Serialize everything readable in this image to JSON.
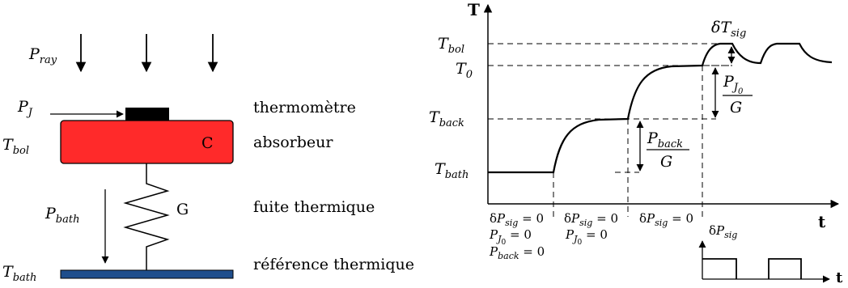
{
  "left_schematic": {
    "radiation": {
      "symbol": "P",
      "sub": "ray"
    },
    "joule": {
      "symbol": "P",
      "sub": "J"
    },
    "bolometer_temp": {
      "symbol": "T",
      "sub": "bol"
    },
    "capacity_label": "C",
    "bath_power": {
      "symbol": "P",
      "sub": "bath"
    },
    "conductance_label": "G",
    "bath_temp": {
      "symbol": "T",
      "sub": "bath"
    },
    "labels": {
      "thermometer": "thermomètre",
      "absorber": "absorbeur",
      "leak": "fuite thermique",
      "reference": "référence thermique"
    },
    "colors": {
      "absorber": "#ff2a2a",
      "thermometer": "#000000",
      "reference": "#1f4e8c"
    }
  },
  "right_plot": {
    "y_axis_label": "T",
    "x_axis_label": "t",
    "levels": {
      "T_bol": {
        "symbol": "T",
        "sub": "bol"
      },
      "T_0": {
        "symbol": "T",
        "sub": "0"
      },
      "T_back": {
        "symbol": "T",
        "sub": "back"
      },
      "T_bath": {
        "symbol": "T",
        "sub": "bath"
      }
    },
    "delta_T_sig": {
      "prefix": "δ",
      "symbol": "T",
      "sub": "sig"
    },
    "fraction_back": {
      "num_symbol": "P",
      "num_sub": "back",
      "den": "G"
    },
    "fraction_J0": {
      "num_symbol": "P",
      "num_sub": "J",
      "num_subsub": "0",
      "den": "G"
    },
    "bottom_conditions": {
      "col1": {
        "l1": {
          "prefix": "δ",
          "symbol": "P",
          "sub": "sig",
          "rhs": " = 0"
        },
        "l2": {
          "symbol": "P",
          "sub": "J",
          "subsub": "0",
          "rhs": " = 0"
        },
        "l3": {
          "symbol": "P",
          "sub": "back",
          "rhs": " = 0"
        }
      },
      "col2": {
        "l1": {
          "prefix": "δ",
          "symbol": "P",
          "sub": "sig",
          "rhs": " = 0"
        },
        "l2": {
          "symbol": "P",
          "sub": "J",
          "subsub": "0",
          "rhs": " = 0"
        }
      },
      "col3": {
        "l1": {
          "prefix": "δ",
          "symbol": "P",
          "sub": "sig",
          "rhs": " = 0"
        }
      }
    },
    "pulse_plot": {
      "label": {
        "prefix": "δ",
        "symbol": "P",
        "sub": "sig"
      },
      "x_axis_label": "t"
    }
  }
}
